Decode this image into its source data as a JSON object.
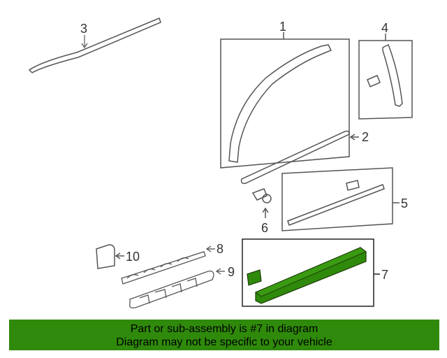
{
  "callouts": {
    "c1": "1",
    "c2": "2",
    "c3": "3",
    "c4": "4",
    "c5": "5",
    "c6": "6",
    "c7": "7",
    "c8": "8",
    "c9": "9",
    "c10": "10"
  },
  "banner": {
    "line1": "Part or sub-assembly is #7 in diagram",
    "line2": "Diagram may not be specific to your vehicle"
  },
  "colors": {
    "highlight": "#2f8a0b",
    "banner": "#2f8a0b",
    "linework": "#555555"
  }
}
